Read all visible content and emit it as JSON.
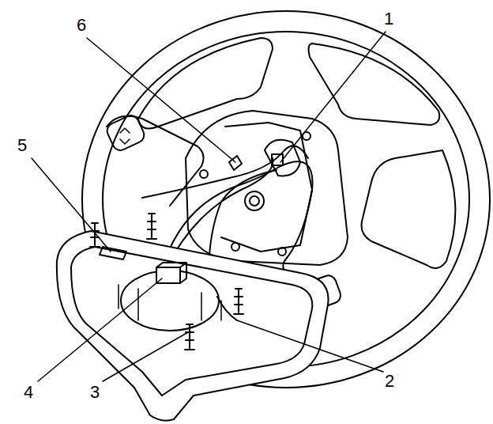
{
  "diagram": {
    "labels": [
      "6",
      "1",
      "5",
      "4",
      "3",
      "2"
    ]
  }
}
